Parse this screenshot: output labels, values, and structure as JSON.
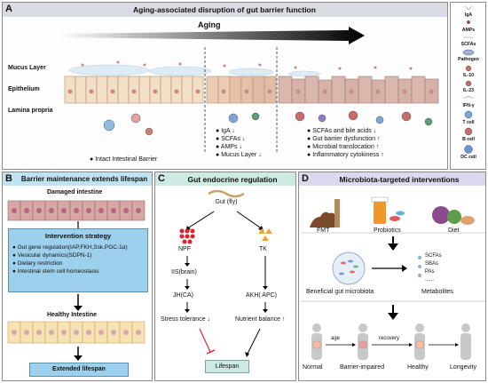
{
  "panel_a": {
    "letter": "A",
    "title": "Aging-associated disruption of gut barrier function",
    "arrow_label": "Aging",
    "layers": [
      "Mucus Layer",
      "Epithelium",
      "Lamina propria"
    ],
    "young_note": "Intact Intestinal Barrier",
    "middle_notes": [
      "IgA ↓",
      "SCFAs ↓",
      "AMPs ↓",
      "Mucus Layer ↓"
    ],
    "old_notes": [
      "SCFAs and bile acids ↓",
      "Gut barrier dysfunction ↑",
      "Microbial translocation ↑",
      "Inflammatory cytokiness ↑"
    ]
  },
  "legend": [
    "IgA",
    "AMPs",
    "SCFAs",
    "Pathogen",
    "IL-10",
    "IL-23",
    "IFN-γ",
    "T cell",
    "B cell",
    "DC cell"
  ],
  "panel_b": {
    "letter": "B",
    "title": "Barrier maintenance extends lifespan",
    "damaged_label": "Damaged intestine",
    "strategy_title": "Intervention strategy",
    "strategy_items": [
      "Gut gene regulation(IAP,FKH,Ssk,PGC-1α)",
      "Vesicular dynamics(SDPN-1)",
      "Dietary restriction",
      "Intestinal stem cell homeostasis"
    ],
    "healthy_label": "Healthy Intestine",
    "result": "Extended lifespan"
  },
  "panel_c": {
    "letter": "C",
    "title": "Gut endocrine regulation",
    "source": "Gut (fly)",
    "left_path": [
      "NPF",
      "IIS(brain)",
      "JH(CA)",
      "Stress tolerance ↓"
    ],
    "right_path": [
      "TK",
      "AKH( APC)",
      "Nutrient balance ↑"
    ],
    "outcome": "Lifespan"
  },
  "panel_d": {
    "letter": "D",
    "title": "Microbiota-targeted interventions",
    "interventions": [
      "FMT",
      "Probiotics",
      "Diet"
    ],
    "microbiota_label": "Beneficial gut microbiota",
    "metabolites": [
      "SCFAs",
      "SBAs",
      "PAs",
      "......"
    ],
    "metabolites_label": "Metabolites",
    "stages": [
      "Normal",
      "Barrier-impaired",
      "Healthy",
      "Longevity"
    ],
    "transitions": [
      "age",
      "recovery"
    ]
  },
  "colors": {
    "panel_title_bg": "#d9dde3",
    "panel_b_title_bg": "#bfe3f2",
    "panel_c_title_bg": "#cde9e3",
    "panel_d_title_bg": "#ddd7ef",
    "strategy_box": "#9dd0ec",
    "epithelium_young": "#f3dfc8",
    "epithelium_old": "#d9b7ad",
    "accent_red": "#e0232b"
  }
}
